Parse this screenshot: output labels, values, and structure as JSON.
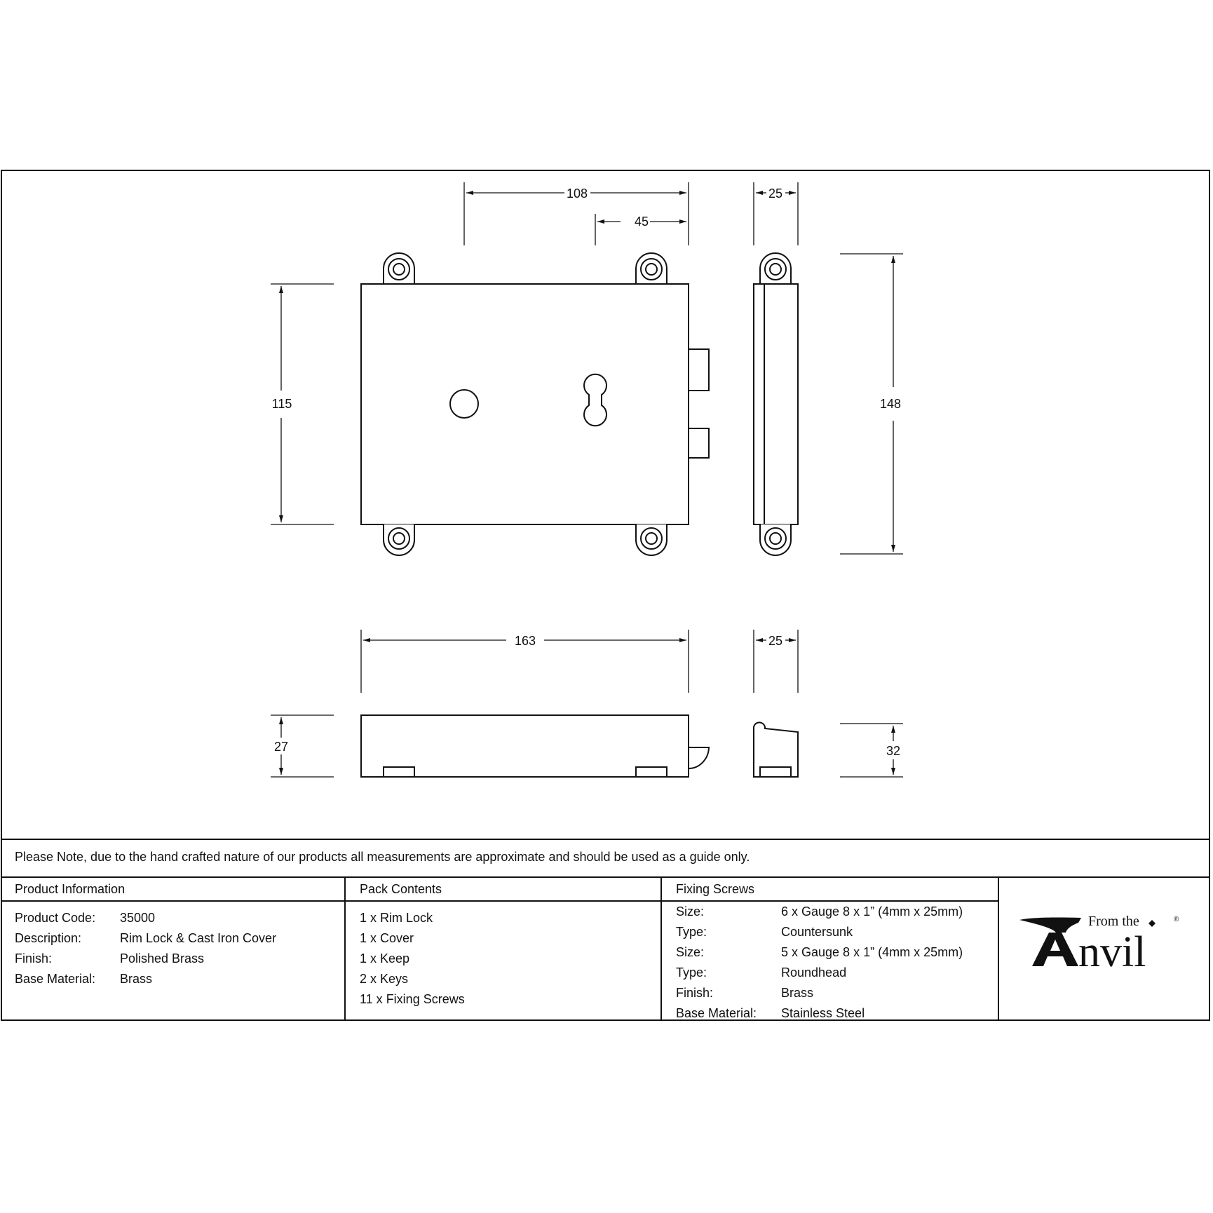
{
  "drawing": {
    "front_view": {
      "width_dim": "108",
      "keyhole_offset_dim": "45",
      "body_height_dim": "115"
    },
    "side_view": {
      "depth_dim": "25",
      "overall_height_dim": "148"
    },
    "plan_view": {
      "overall_width_dim": "163",
      "body_depth_dim": "27"
    },
    "end_view": {
      "depth_dim": "25",
      "height_dim": "32"
    }
  },
  "note": "Please Note, due to the hand crafted nature of our products all measurements are approximate and should be used as a guide only.",
  "product_information": {
    "heading": "Product Information",
    "rows": [
      {
        "label": "Product Code:",
        "value": "35000"
      },
      {
        "label": "Description:",
        "value": "Rim Lock & Cast Iron Cover"
      },
      {
        "label": "Finish:",
        "value": "Polished Brass"
      },
      {
        "label": "Base Material:",
        "value": "Brass"
      }
    ]
  },
  "pack_contents": {
    "heading": "Pack Contents",
    "items": [
      "1 x Rim Lock",
      "1 x Cover",
      "1 x Keep",
      "2 x Keys",
      "11 x Fixing Screws"
    ]
  },
  "fixing_screws": {
    "heading": "Fixing Screws",
    "rows": [
      {
        "label": "Size:",
        "value": "6 x Gauge 8 x 1” (4mm x 25mm)"
      },
      {
        "label": "Type:",
        "value": "Countersunk"
      },
      {
        "label": "Size:",
        "value": "5 x Gauge 8 x 1” (4mm x 25mm)"
      },
      {
        "label": "Type:",
        "value": "Roundhead"
      },
      {
        "label": "Finish:",
        "value": "Brass"
      },
      {
        "label": "Base Material:",
        "value": "Stainless Steel"
      }
    ]
  },
  "brand": {
    "tagline": "From the",
    "initial": "A",
    "name": "nvil",
    "registered": "®"
  }
}
